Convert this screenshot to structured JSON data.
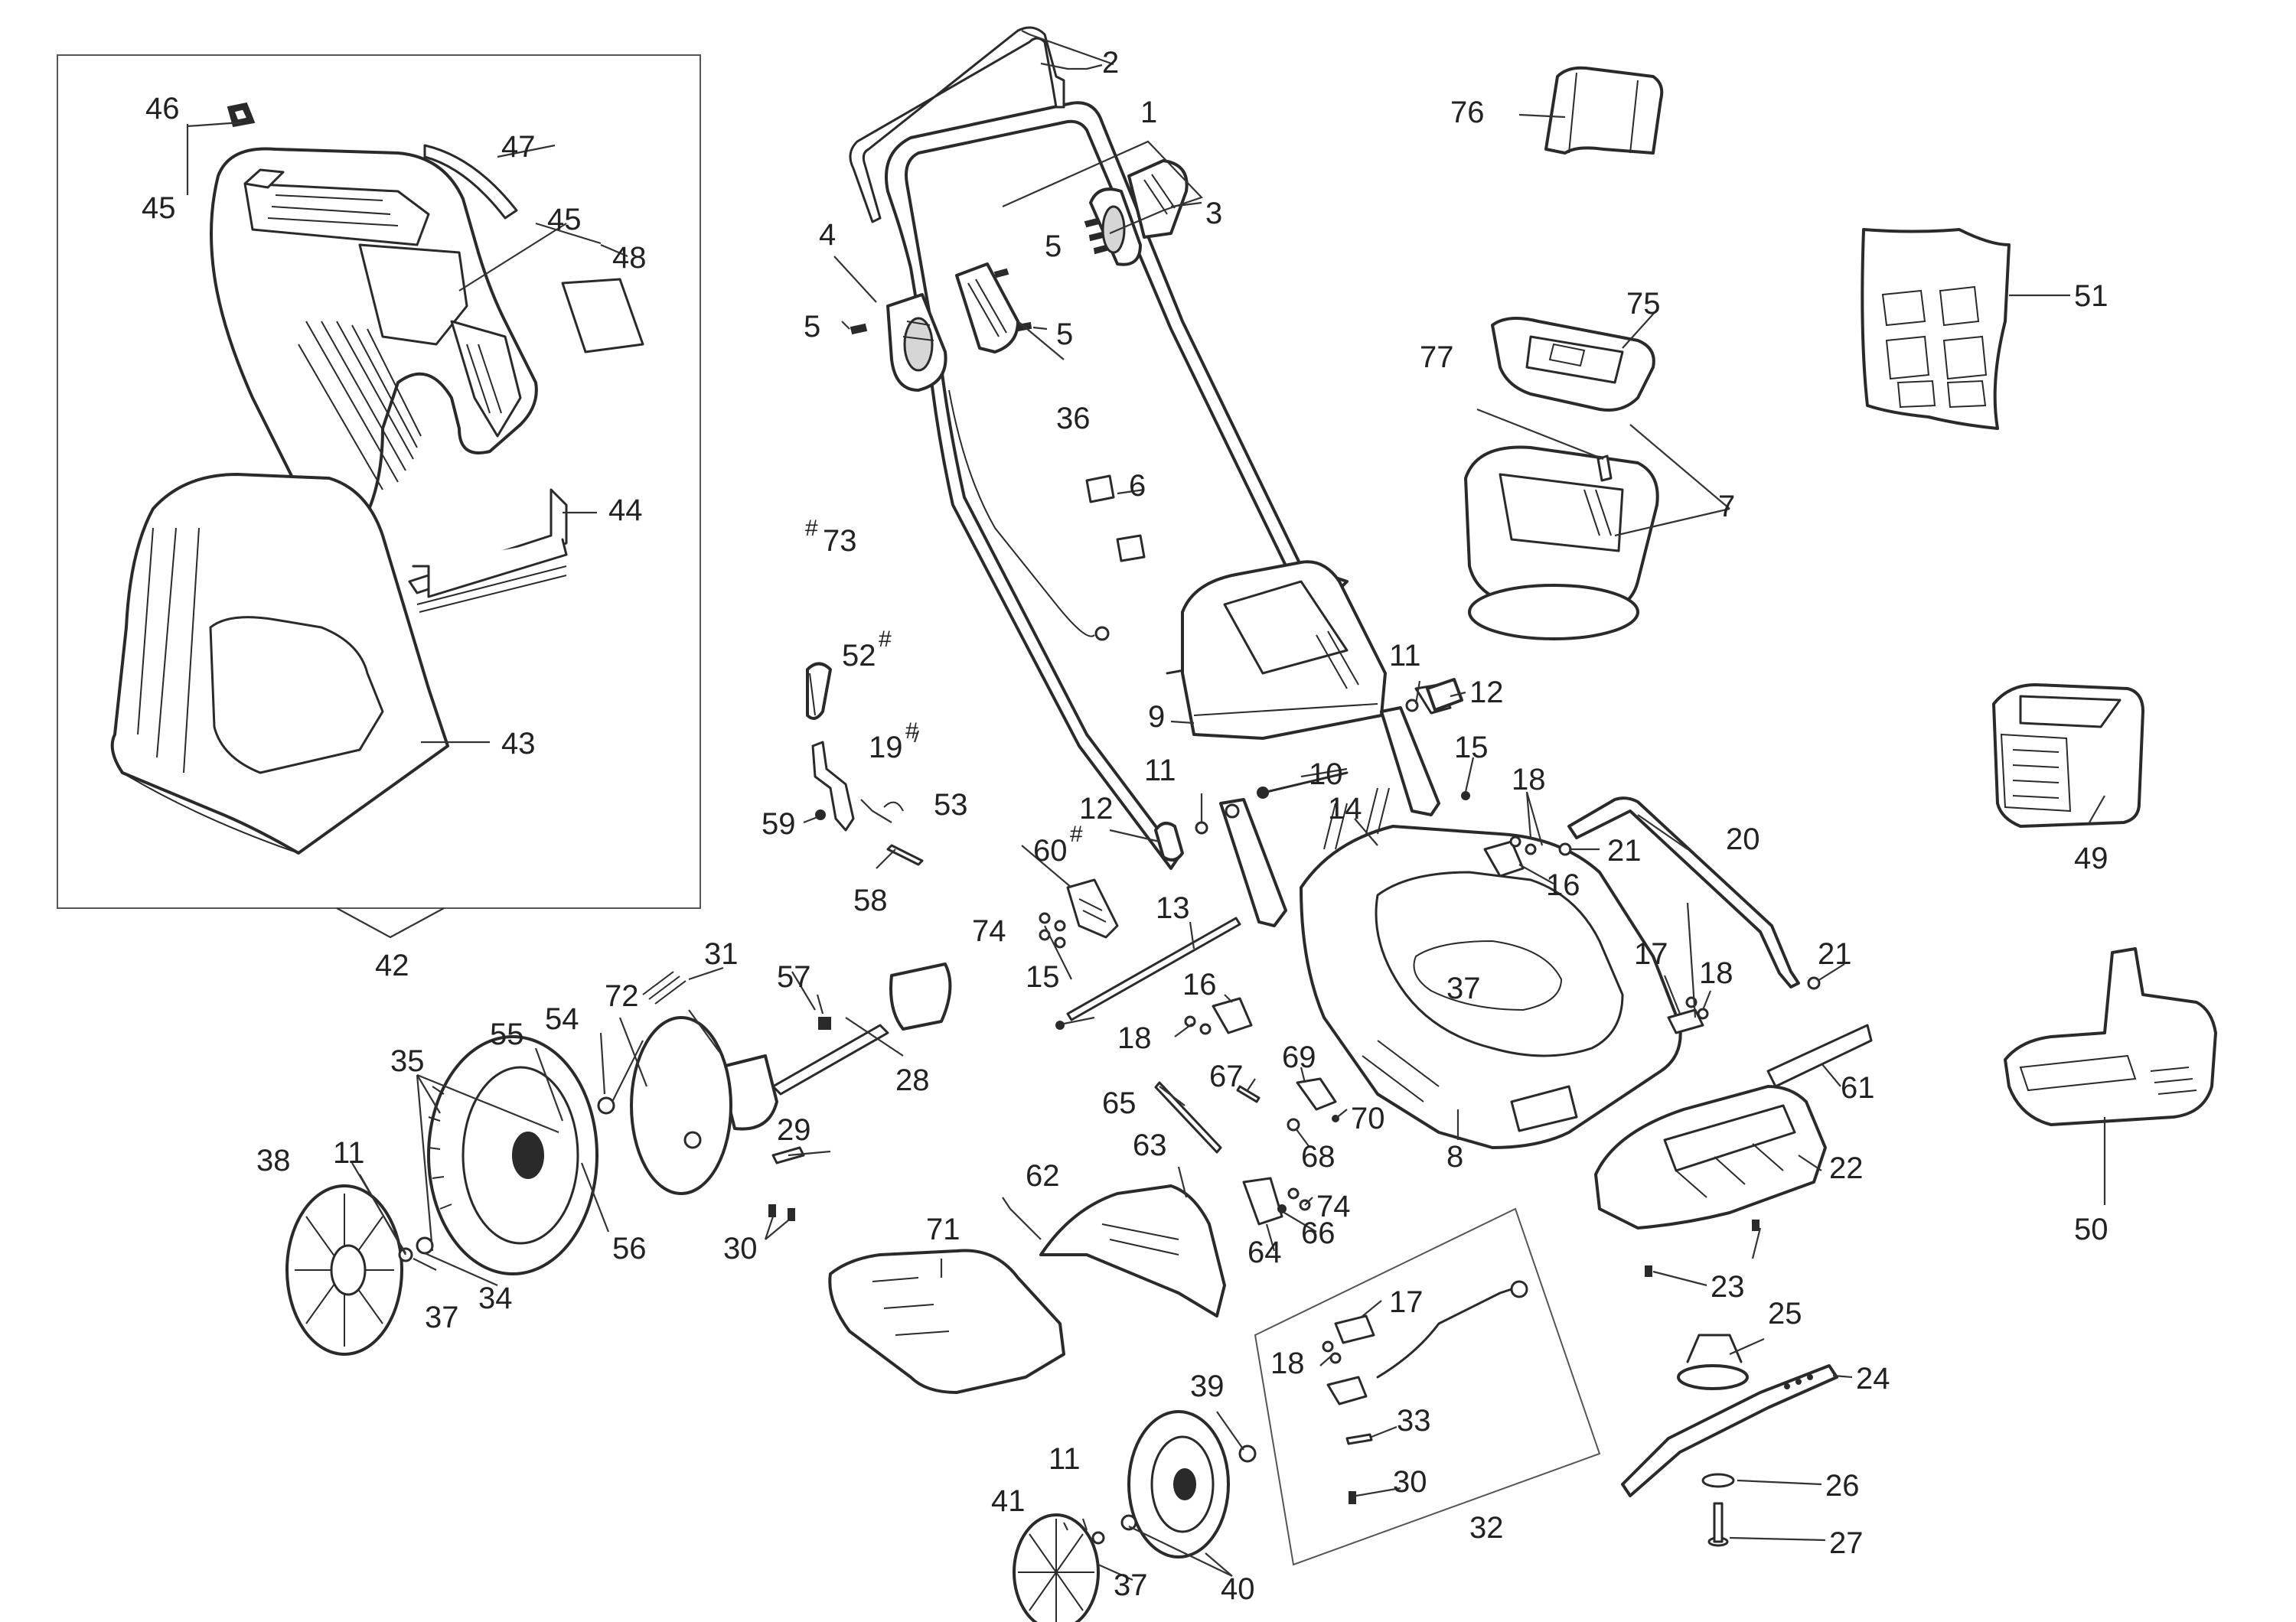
{
  "callouts": {
    "c1": "1",
    "c2": "2",
    "c3": "3",
    "c4": "4",
    "c5a": "5",
    "c5b": "5",
    "c5c": "5",
    "c6": "6",
    "c7": "7",
    "c8": "8",
    "c9": "9",
    "c10": "10",
    "c11a": "11",
    "c11b": "11",
    "c11c": "11",
    "c11d": "11",
    "c12a": "12",
    "c12b": "12",
    "c13": "13",
    "c14": "14",
    "c15a": "15",
    "c15b": "15",
    "c16a": "16",
    "c16b": "16",
    "c17a": "17",
    "c17b": "17",
    "c18a": "18",
    "c18b": "18",
    "c18c": "18",
    "c18d": "18",
    "c19": "19",
    "c20": "20",
    "c21a": "21",
    "c21b": "21",
    "c22": "22",
    "c23": "23",
    "c24": "24",
    "c25": "25",
    "c26": "26",
    "c27": "27",
    "c28": "28",
    "c29": "29",
    "c30a": "30",
    "c30b": "30",
    "c31": "31",
    "c32": "32",
    "c33": "33",
    "c34": "34",
    "c35": "35",
    "c36": "36",
    "c37a": "37",
    "c37b": "37",
    "c37c": "37",
    "c38": "38",
    "c39": "39",
    "c40": "40",
    "c41": "41",
    "c42": "42",
    "c43": "43",
    "c44": "44",
    "c45a": "45",
    "c45b": "45",
    "c46": "46",
    "c47": "47",
    "c48": "48",
    "c49": "49",
    "c50": "50",
    "c51": "51",
    "c52": "52",
    "c53": "53",
    "c54": "54",
    "c55": "55",
    "c56": "56",
    "c57": "57",
    "c58": "58",
    "c59": "59",
    "c60": "60",
    "c61": "61",
    "c62": "62",
    "c63": "63",
    "c64": "64",
    "c65": "65",
    "c66": "66",
    "c67": "67",
    "c68": "68",
    "c69": "69",
    "c70": "70",
    "c71": "71",
    "c72": "72",
    "c73": "73",
    "c74a": "74",
    "c74b": "74",
    "c75": "75",
    "c76": "76",
    "c77": "77"
  },
  "footnote_mark": "#"
}
